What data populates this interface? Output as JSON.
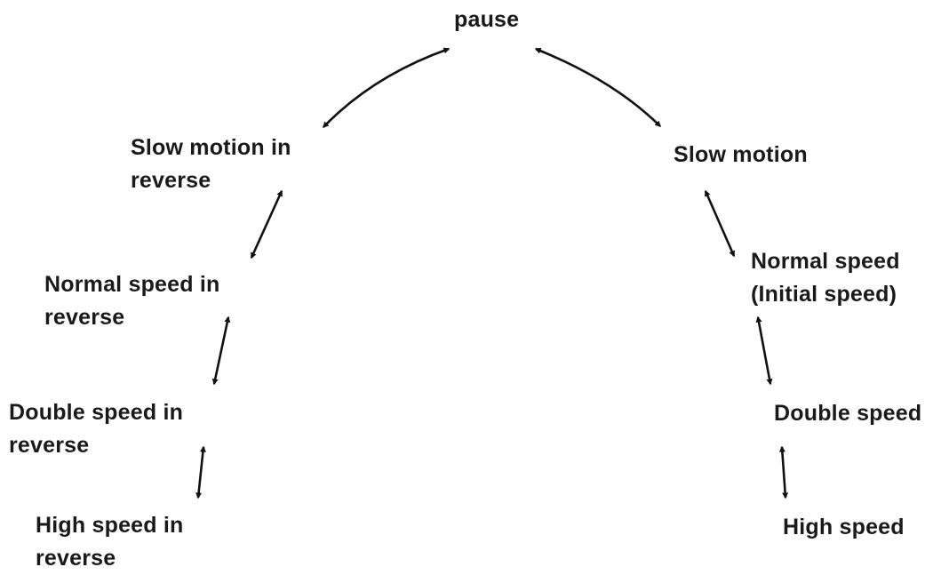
{
  "diagram": {
    "nodes": [
      {
        "id": "pause",
        "lines": [
          "pause"
        ]
      },
      {
        "id": "slow-motion-reverse",
        "lines": [
          "Slow motion in",
          "reverse"
        ]
      },
      {
        "id": "normal-speed-reverse",
        "lines": [
          "Normal speed in",
          "reverse"
        ]
      },
      {
        "id": "double-speed-reverse",
        "lines": [
          "Double speed in",
          "reverse"
        ]
      },
      {
        "id": "high-speed-reverse",
        "lines": [
          "High speed in",
          "reverse"
        ]
      },
      {
        "id": "slow-motion",
        "lines": [
          "Slow motion"
        ]
      },
      {
        "id": "normal-speed",
        "lines": [
          "Normal speed",
          "(Initial speed)"
        ]
      },
      {
        "id": "double-speed",
        "lines": [
          "Double speed"
        ]
      },
      {
        "id": "high-speed",
        "lines": [
          "High speed"
        ]
      }
    ],
    "edges": [
      {
        "from": "pause",
        "to": "slow-motion-reverse",
        "direction": "both"
      },
      {
        "from": "slow-motion-reverse",
        "to": "normal-speed-reverse",
        "direction": "both"
      },
      {
        "from": "normal-speed-reverse",
        "to": "double-speed-reverse",
        "direction": "both"
      },
      {
        "from": "double-speed-reverse",
        "to": "high-speed-reverse",
        "direction": "both"
      },
      {
        "from": "pause",
        "to": "slow-motion",
        "direction": "both"
      },
      {
        "from": "slow-motion",
        "to": "normal-speed",
        "direction": "both"
      },
      {
        "from": "normal-speed",
        "to": "double-speed",
        "direction": "both"
      },
      {
        "from": "double-speed",
        "to": "high-speed",
        "direction": "both"
      }
    ]
  }
}
